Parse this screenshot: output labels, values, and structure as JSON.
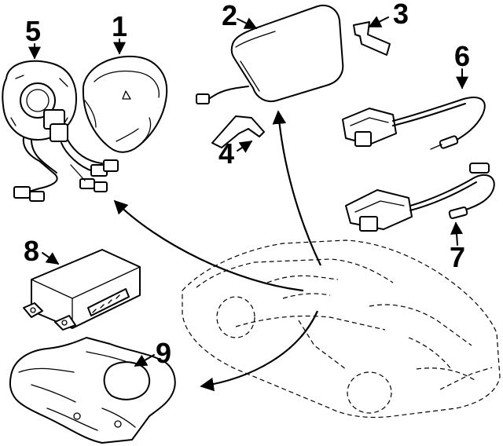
{
  "callouts": [
    {
      "id": "1",
      "text": "1"
    },
    {
      "id": "2",
      "text": "2"
    },
    {
      "id": "3",
      "text": "3"
    },
    {
      "id": "4",
      "text": "4"
    },
    {
      "id": "5",
      "text": "5"
    },
    {
      "id": "6",
      "text": "6"
    },
    {
      "id": "7",
      "text": "7"
    },
    {
      "id": "8",
      "text": "8"
    },
    {
      "id": "9",
      "text": "9"
    }
  ],
  "colors": {
    "line": "#000000",
    "background": "#ffffff"
  }
}
